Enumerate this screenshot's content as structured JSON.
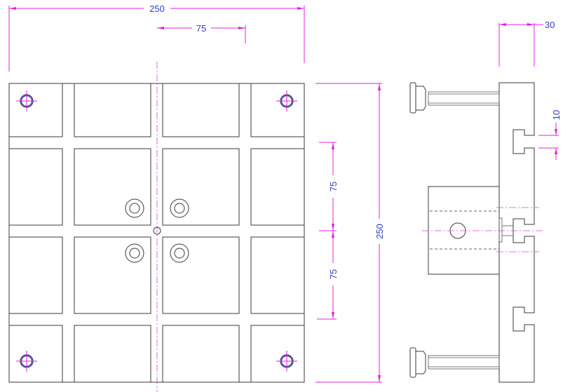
{
  "drawing": {
    "front_view": {
      "dims": {
        "width": "250",
        "offset_top": "75",
        "height": "250",
        "offset_upper": "75",
        "offset_lower": "75"
      }
    },
    "side_view": {
      "dims": {
        "thickness": "30",
        "slot_width": "10"
      }
    },
    "colors": {
      "lines": "#3a3a3a",
      "dimensions": "#e020e0",
      "dim_text": "#3040c0"
    }
  }
}
